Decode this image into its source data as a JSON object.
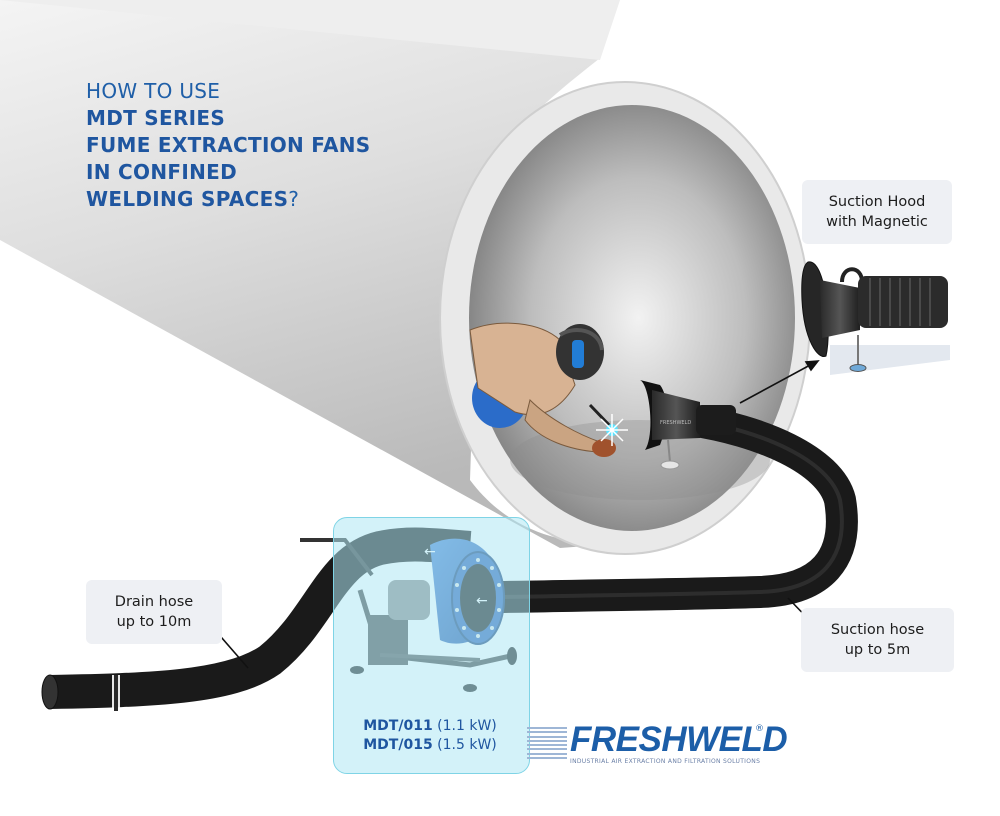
{
  "title": {
    "line1": "HOW TO USE",
    "line2": "MDT SERIES",
    "line3": "FUME EXTRACTION FANS",
    "line4": "IN CONFINED",
    "line5_bold": "WELDING SPACES",
    "line5_mark": "?"
  },
  "callouts": {
    "hood": {
      "line1": "Suction Hood",
      "line2": "with Magnetic"
    },
    "drain": {
      "line1": "Drain hose",
      "line2": "up to 10m"
    },
    "suction": {
      "line1": "Suction hose",
      "line2": "up to 5m"
    }
  },
  "models": {
    "m1_name": "MDT/011",
    "m1_power": "(1.1 kW)",
    "m2_name": "MDT/015",
    "m2_power": "(1.5 kW)"
  },
  "brand": {
    "name": "FRESHWELD",
    "registered": "®",
    "tagline": "INDUSTRIAL AIR EXTRACTION AND FILTRATION SOLUTIONS",
    "hood_label": "FRESHWELD"
  },
  "fan_arrows": {
    "top": "←",
    "front": "←"
  },
  "colors": {
    "title_blue": "#1f56a0",
    "pipe_grey": "#d4d4d4",
    "hose_black": "#1a1a1a",
    "fan_blue": "#2f63b8",
    "model_box": "#afe8f4"
  }
}
